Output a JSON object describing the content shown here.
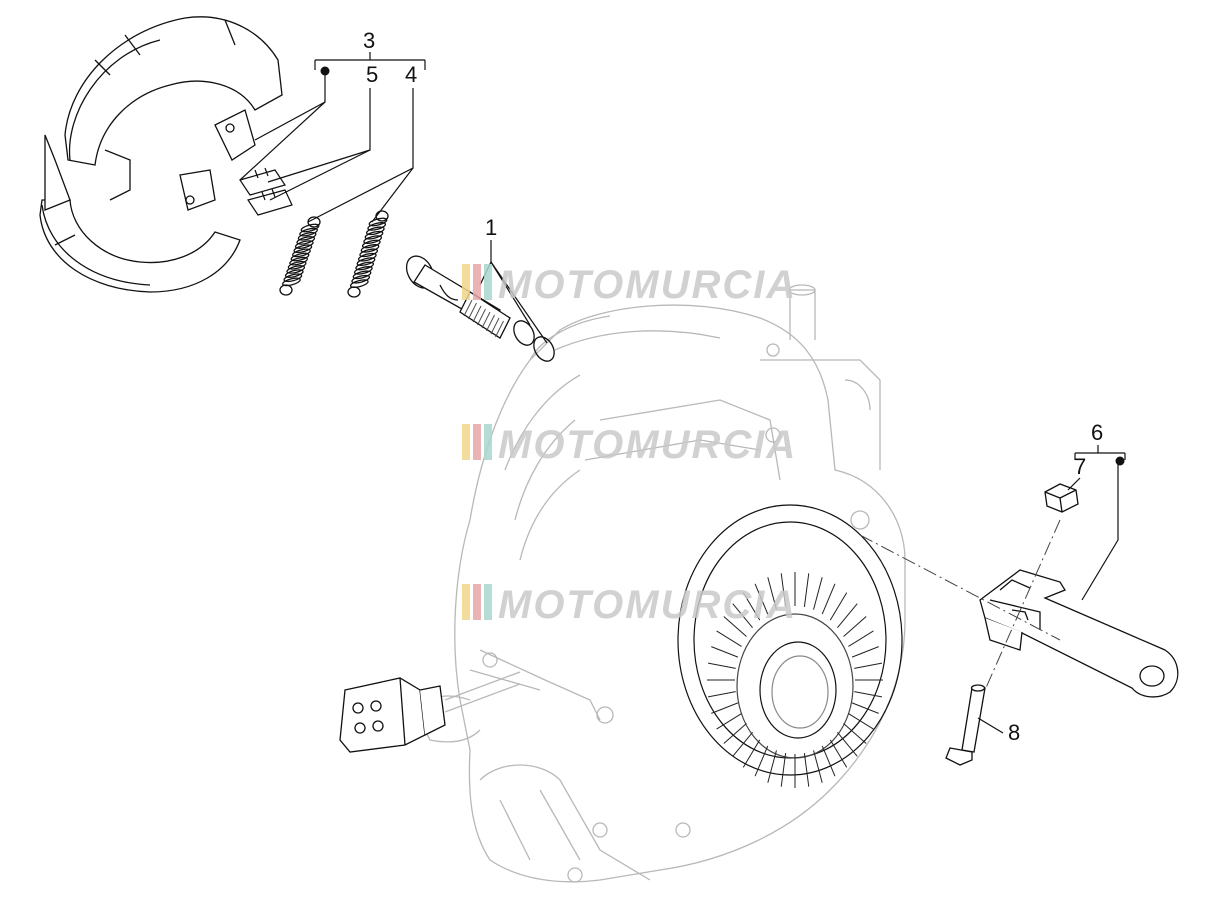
{
  "callouts": [
    {
      "id": "1",
      "label": "1"
    },
    {
      "id": "3",
      "label": "3"
    },
    {
      "id": "4",
      "label": "4"
    },
    {
      "id": "5",
      "label": "5"
    },
    {
      "id": "6",
      "label": "6"
    },
    {
      "id": "7",
      "label": "7"
    },
    {
      "id": "8",
      "label": "8"
    }
  ],
  "watermark": {
    "text": "MOTOMURCIA",
    "stripe_colors": [
      "#f2d68a",
      "#e8a6a6",
      "#a9d8cf"
    ],
    "text_color": "#c9c9c9"
  },
  "colors": {
    "line": "#111111",
    "part_shadow": "#8a8a8a",
    "faint_line": "#b8b8b8"
  }
}
